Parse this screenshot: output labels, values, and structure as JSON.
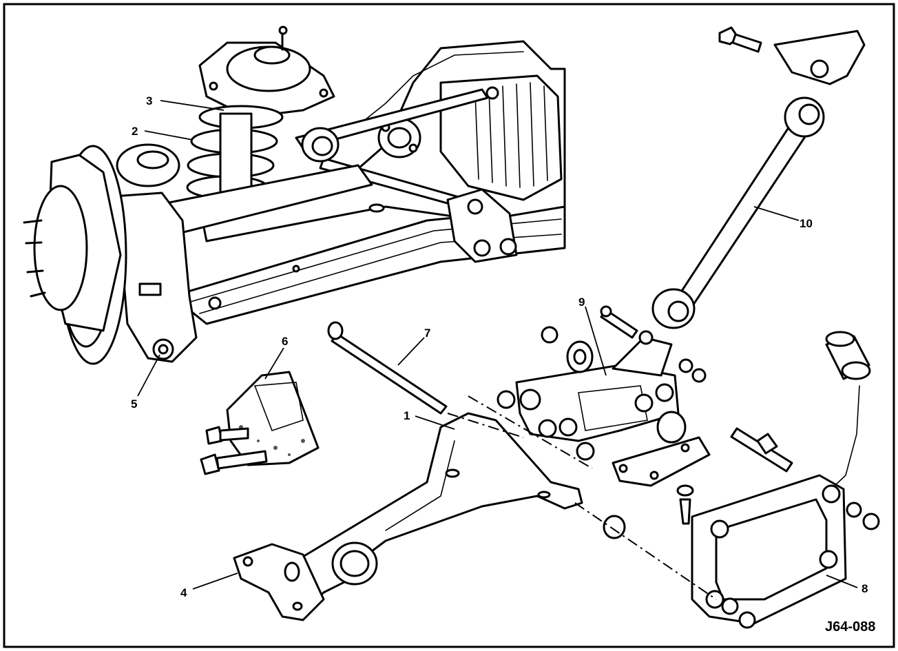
{
  "figure": {
    "reference_code": "J64-088"
  },
  "callouts": [
    {
      "id": "1",
      "label": "1"
    },
    {
      "id": "2",
      "label": "2"
    },
    {
      "id": "3",
      "label": "3"
    },
    {
      "id": "4",
      "label": "4"
    },
    {
      "id": "5",
      "label": "5"
    },
    {
      "id": "6",
      "label": "6"
    },
    {
      "id": "7",
      "label": "7"
    },
    {
      "id": "8",
      "label": "8"
    },
    {
      "id": "9",
      "label": "9"
    },
    {
      "id": "10",
      "label": "10"
    }
  ]
}
